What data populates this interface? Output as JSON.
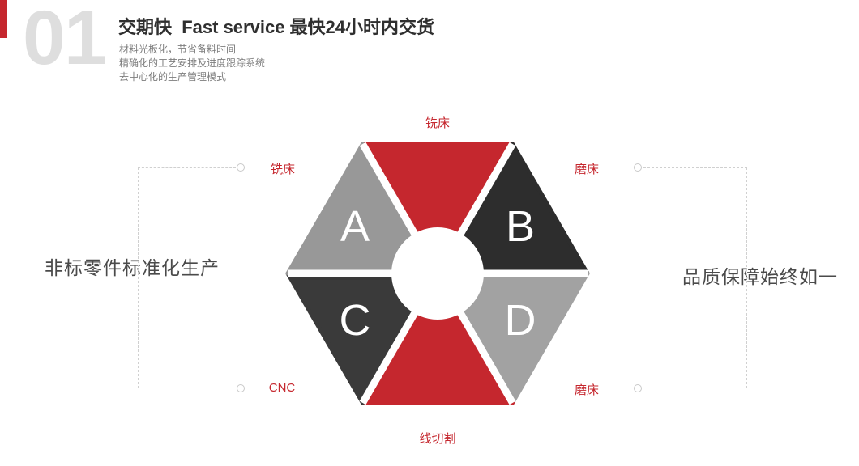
{
  "colors": {
    "red": "#c5272e",
    "dark_triangle_b": "#2d2d2d",
    "dark_triangle_c": "#3a3a3a",
    "gray_triangle_a": "#989898",
    "gray_triangle_d": "#a2a2a2",
    "label_red": "#c5272e",
    "caption_gray": "#4a4a4a",
    "index_gray": "#dedede"
  },
  "header": {
    "index": "01",
    "title": "交期快  Fast service 最快24小时内交货",
    "bullets": [
      "材料光板化，节省备料时间",
      "精确化的工艺安排及进度跟踪系统",
      "去中心化的生产管理模式"
    ]
  },
  "left_caption": "非标零件标准化生产",
  "right_caption": "品质保障始终如一",
  "diagram": {
    "letters": [
      "A",
      "B",
      "C",
      "D"
    ],
    "labels": {
      "top": "铣床",
      "upper_left": "铣床",
      "upper_right": "磨床",
      "lower_left": "CNC",
      "lower_right": "磨床",
      "bottom": "线切割"
    }
  }
}
